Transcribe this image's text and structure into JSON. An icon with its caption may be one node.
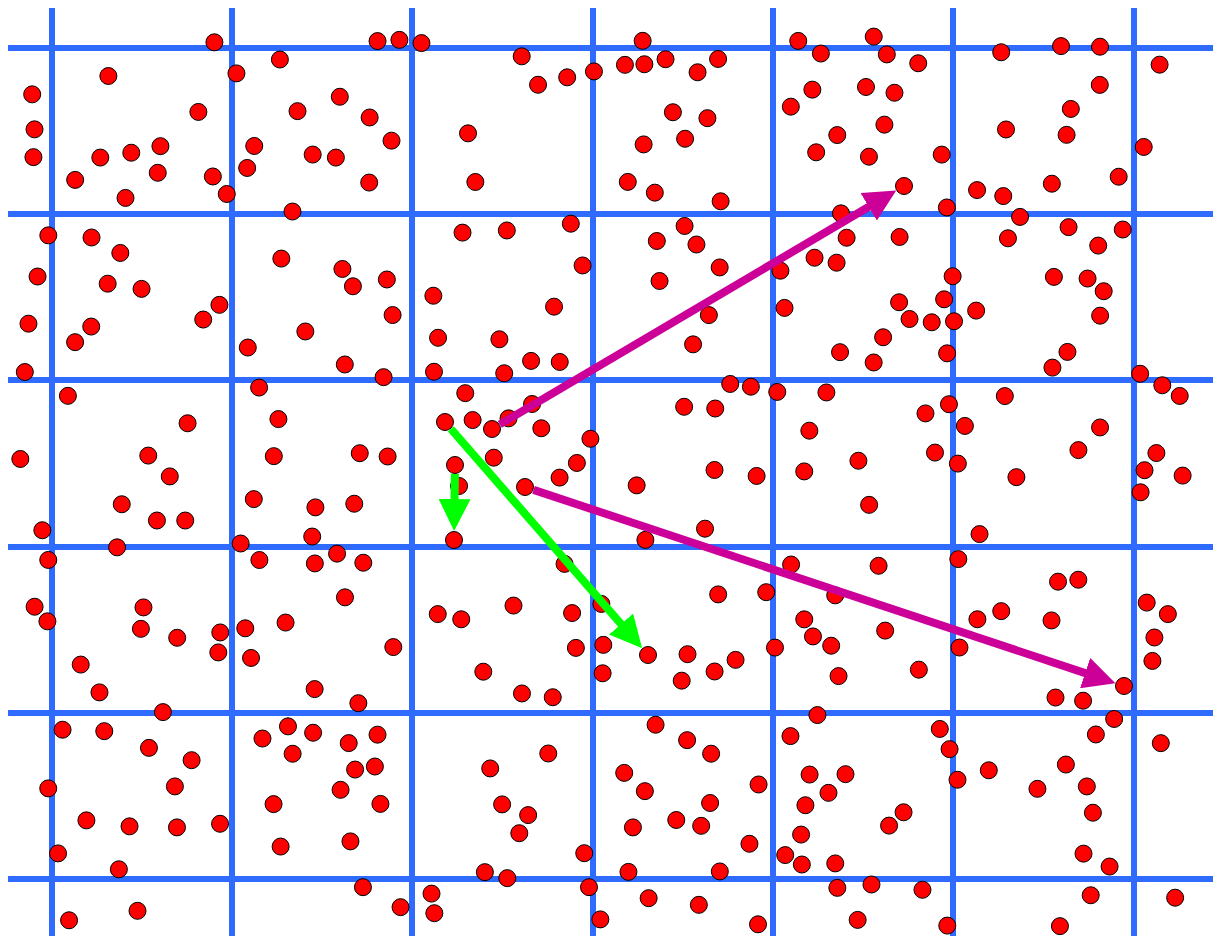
{
  "diagram": {
    "nodes": [
      {
        "text": [],
        "shape": "circle"
      },
      {
        "text": [],
        "shape": "circle"
      },
      {
        "text": [],
        "shape": "circle"
      },
      {
        "text": [],
        "shape": "circle"
      },
      {
        "text": [],
        "shape": "circle"
      },
      {
        "text": [],
        "shape": "circle"
      },
      {
        "text": [],
        "shape": "circle"
      },
      {
        "text": [],
        "shape": "circle"
      }
    ],
    "edges": [
      {
        "from": 1,
        "to": 6,
        "arrow": "to",
        "color": "#00ff00"
      },
      {
        "from": 3,
        "to": 5,
        "arrow": "to",
        "color": "#00ff00"
      },
      {
        "from": 2,
        "to": 0,
        "arrow": "to",
        "color": "#cc0099"
      },
      {
        "from": 4,
        "to": 7,
        "arrow": "to",
        "color": "#cc0099"
      }
    ]
  }
}
